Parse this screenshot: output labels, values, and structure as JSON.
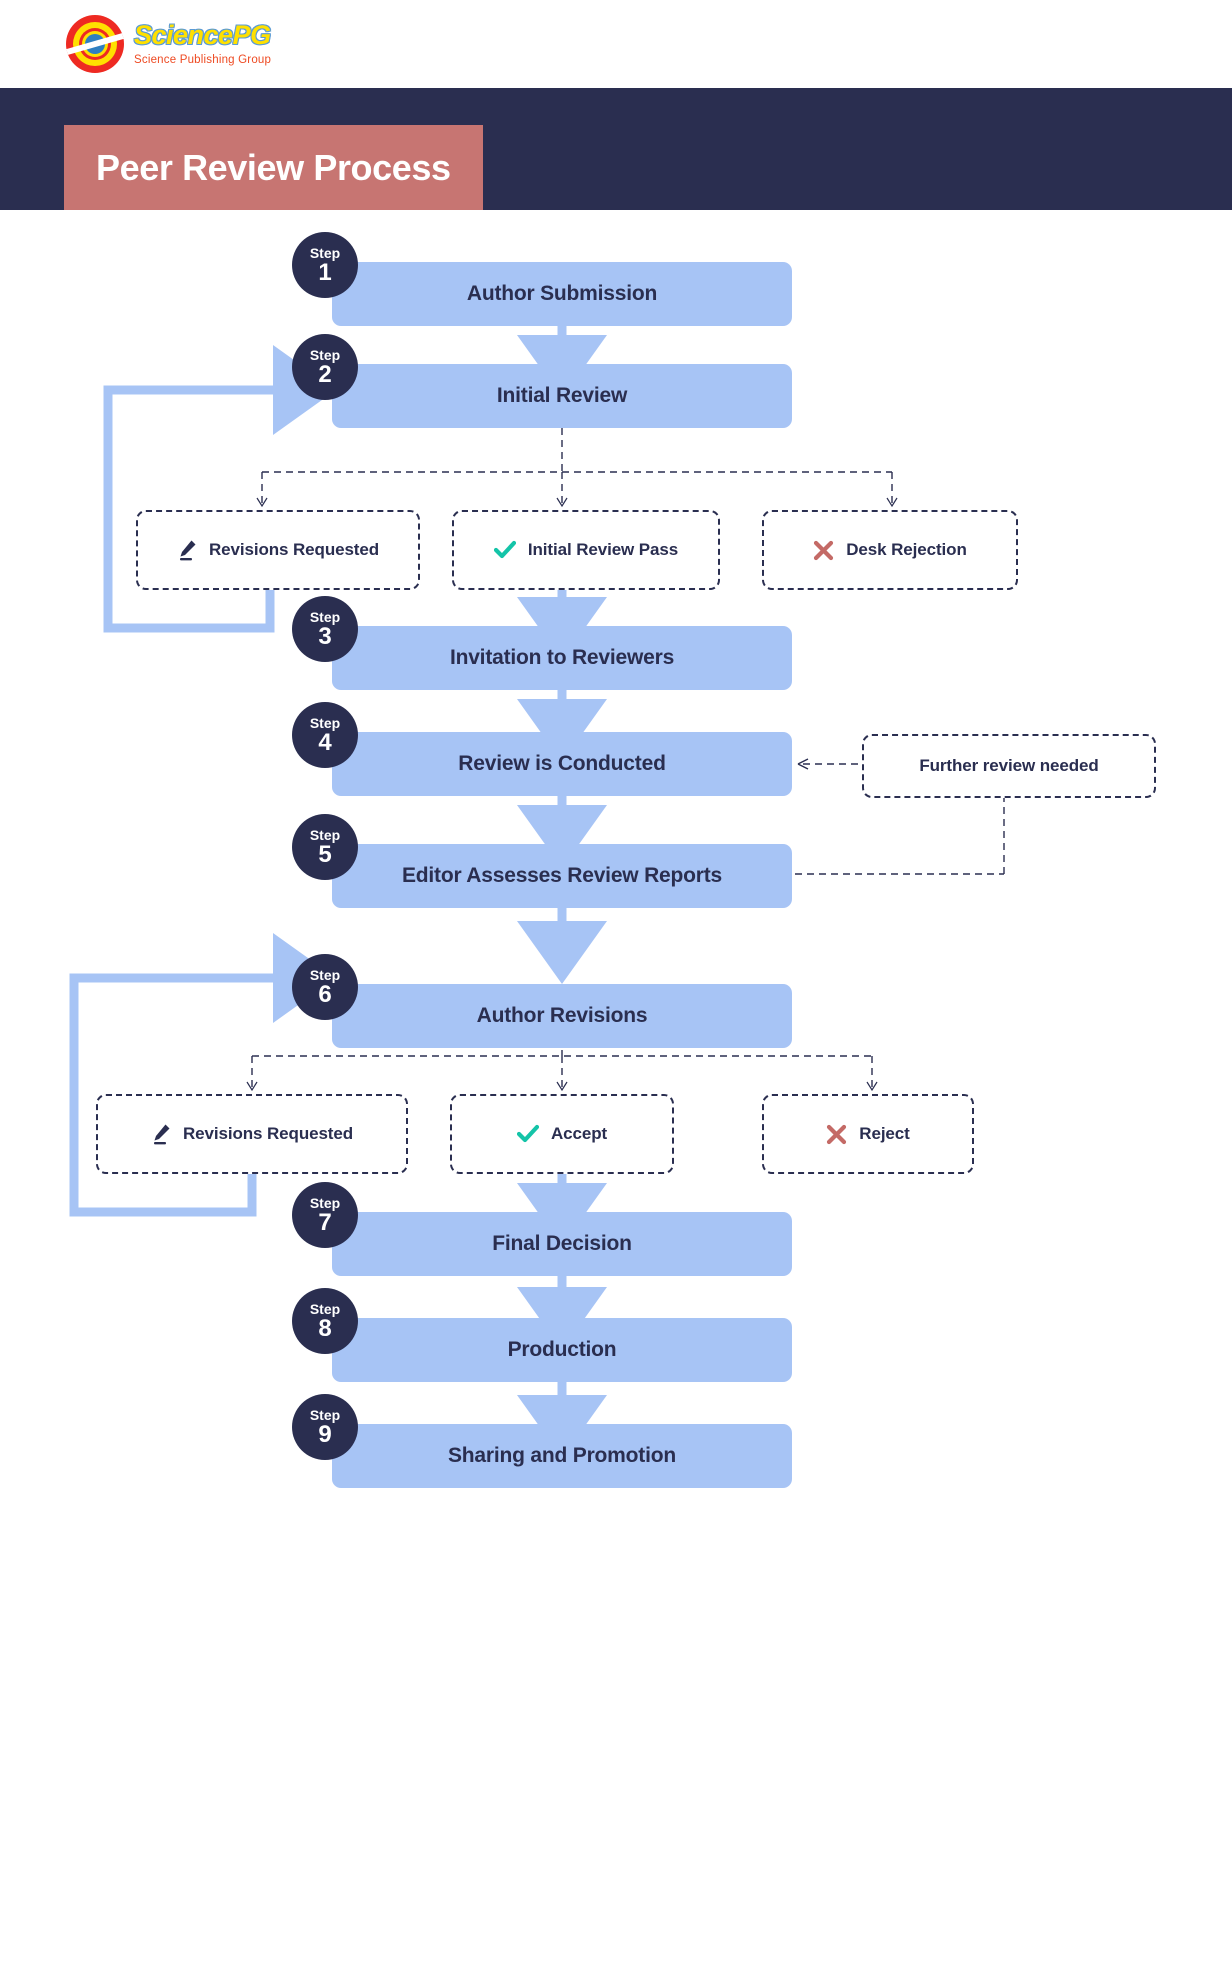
{
  "brand": {
    "name": "SciencePG",
    "tagline": "Science Publishing Group",
    "logo_icon": "sciencepg-circle-logo",
    "colors": {
      "yellow": "#ffe000",
      "red": "#ee2a22",
      "blue": "#2f7fc1"
    }
  },
  "banner": {
    "title": "Peer Review Process",
    "bg_color": "#2a2e50",
    "title_box_color": "#c77572"
  },
  "theme": {
    "node_fill": "#a7c4f5",
    "node_text": "#2a2e50",
    "circle_fill": "#2a2e50",
    "accent_green": "#14c4a8",
    "accent_red": "#c46a66",
    "wire_blue": "#a7c4f5",
    "wire_dashed": "#2a2e50"
  },
  "steps": [
    {
      "word": "Step",
      "num": "1",
      "label": "Author Submission"
    },
    {
      "word": "Step",
      "num": "2",
      "label": "Initial Review"
    },
    {
      "word": "Step",
      "num": "3",
      "label": "Invitation to Reviewers"
    },
    {
      "word": "Step",
      "num": "4",
      "label": "Review is Conducted"
    },
    {
      "word": "Step",
      "num": "5",
      "label": "Editor Assesses Review Reports"
    },
    {
      "word": "Step",
      "num": "6",
      "label": "Author Revisions"
    },
    {
      "word": "Step",
      "num": "7",
      "label": "Final Decision"
    },
    {
      "word": "Step",
      "num": "8",
      "label": "Production"
    },
    {
      "word": "Step",
      "num": "9",
      "label": "Sharing and Promotion"
    }
  ],
  "branch_row_1": [
    {
      "label": "Revisions Requested",
      "icon": "pencil-icon"
    },
    {
      "label": "Initial Review Pass",
      "icon": "check-icon"
    },
    {
      "label": "Desk Rejection",
      "icon": "cross-icon"
    }
  ],
  "branch_row_2": [
    {
      "label": "Revisions Requested",
      "icon": "pencil-icon"
    },
    {
      "label": "Accept",
      "icon": "check-icon"
    },
    {
      "label": "Reject",
      "icon": "cross-icon"
    }
  ],
  "side_note": {
    "label": "Further review needed"
  }
}
